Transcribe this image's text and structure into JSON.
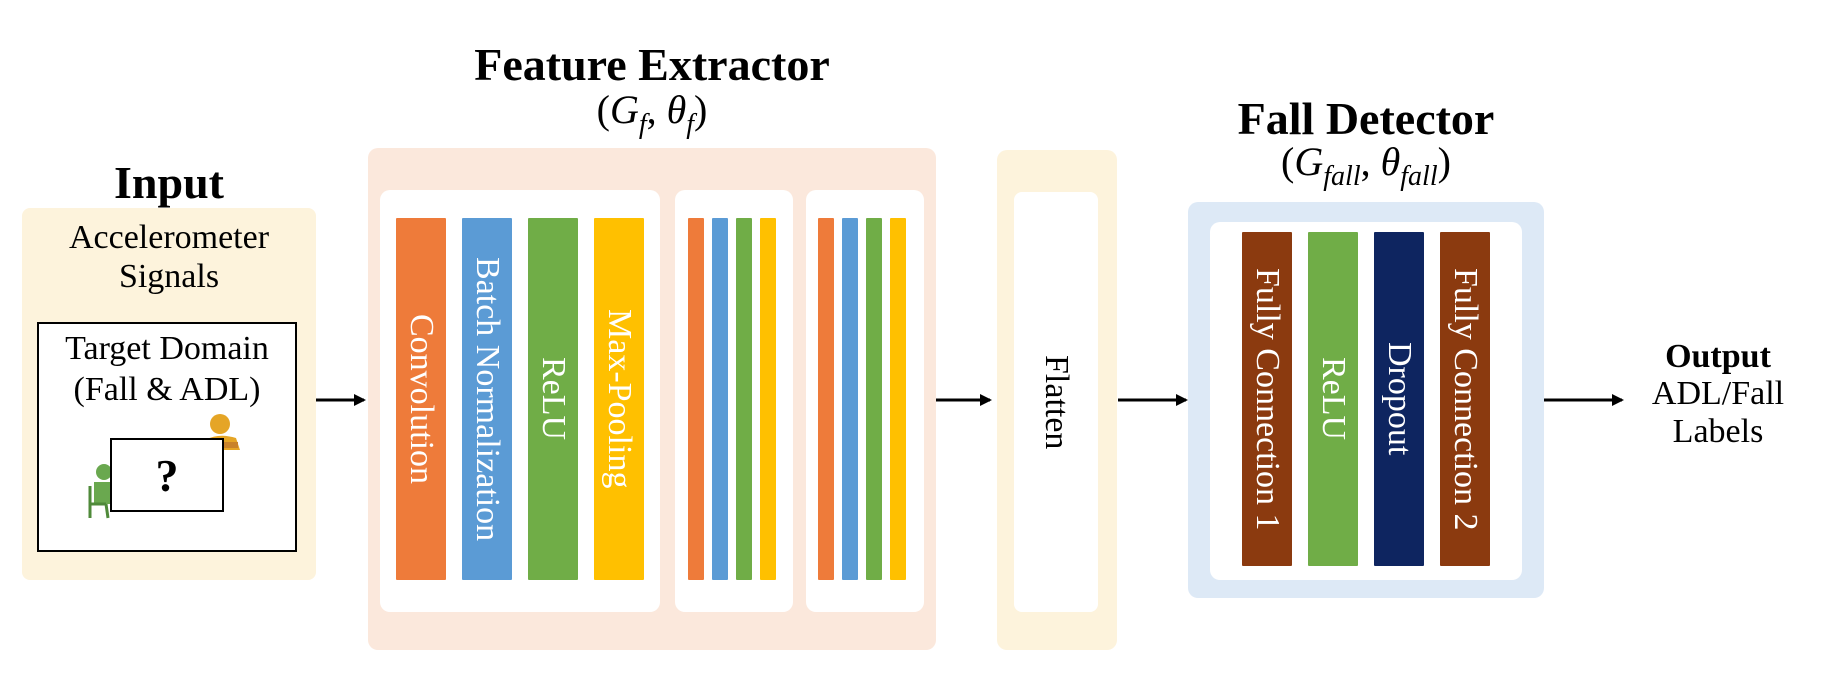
{
  "input": {
    "title": "Input",
    "subtitle_line1": "Accelerometer",
    "subtitle_line2": "Signals",
    "domain_line1": "Target Domain",
    "domain_line2": "(Fall & ADL)",
    "question_mark": "?"
  },
  "feature_extractor": {
    "title": "Feature Extractor",
    "param_G": "G",
    "param_G_sub": "f",
    "param_theta": "θ",
    "param_theta_sub": "f",
    "layers": [
      {
        "label": "Convolution",
        "color": "#ee7b3a"
      },
      {
        "label": "Batch Normalization",
        "color": "#5b9bd5"
      },
      {
        "label": "ReLU",
        "color": "#70ad47"
      },
      {
        "label": "Max-Pooling",
        "color": "#ffc000"
      }
    ]
  },
  "flatten": {
    "label": "Flatten"
  },
  "fall_detector": {
    "title": "Fall Detector",
    "param_G": "G",
    "param_G_sub": "fall",
    "param_theta": "θ",
    "param_theta_sub": "fall",
    "layers": [
      {
        "label": "Fully Connection 1",
        "color": "#8b3a0f"
      },
      {
        "label": "ReLU",
        "color": "#70ad47"
      },
      {
        "label": "Dropout",
        "color": "#0e2560"
      },
      {
        "label": "Fully Connection 2",
        "color": "#8b3a0f"
      }
    ]
  },
  "output": {
    "title": "Output",
    "line1": "ADL/Fall",
    "line2": "Labels"
  },
  "colors": {
    "input_panel": "#fdf3dc",
    "feature_panel": "#fbe8dc",
    "flatten_panel": "#fdf3dc",
    "detector_panel": "#dde9f6"
  }
}
